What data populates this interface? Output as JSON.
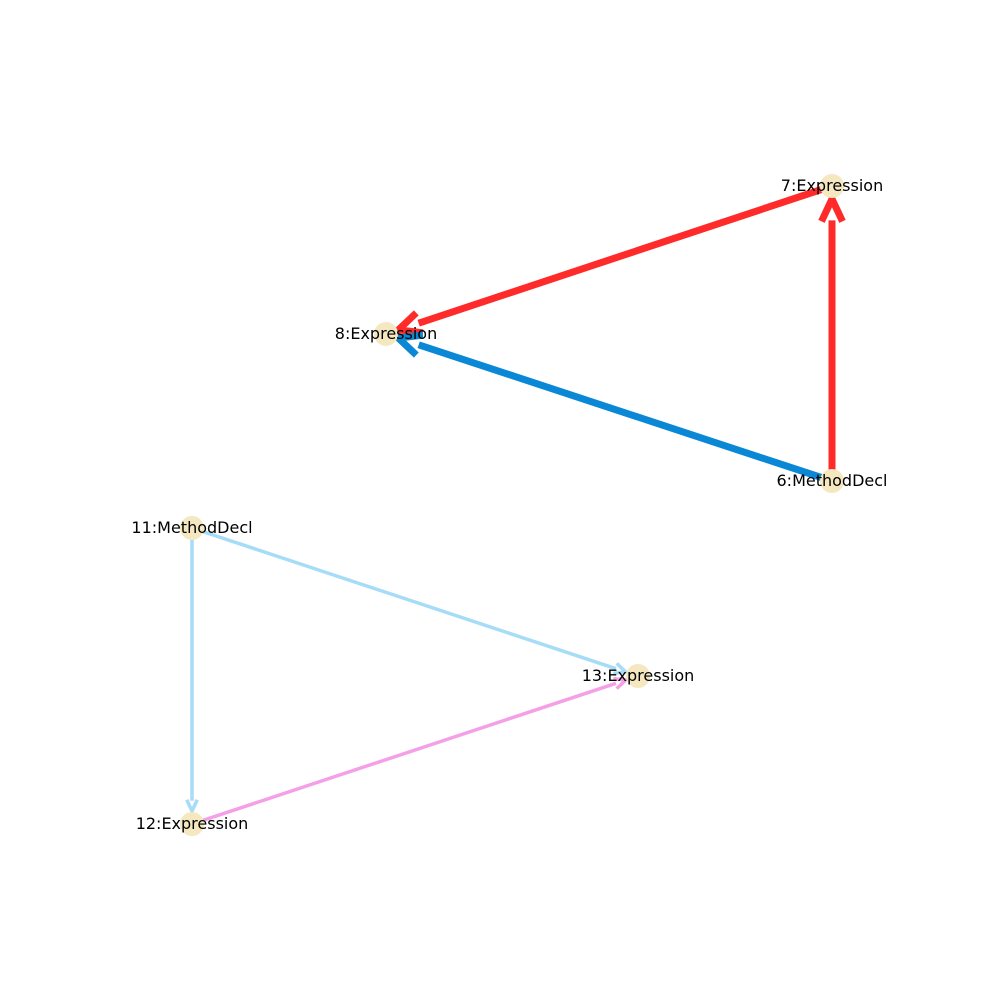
{
  "graph": {
    "nodes": [
      {
        "id": "n6",
        "label": "6:MethodDecl"
      },
      {
        "id": "n7",
        "label": "7:Expression"
      },
      {
        "id": "n8",
        "label": "8:Expression"
      },
      {
        "id": "n11",
        "label": "11:MethodDecl"
      },
      {
        "id": "n12",
        "label": "12:Expression"
      },
      {
        "id": "n13",
        "label": "13:Expression"
      }
    ],
    "edges": [
      {
        "id": "e7-8",
        "from": "n7",
        "to": "n8",
        "color": "#ff2a2a"
      },
      {
        "id": "e6-8",
        "from": "n6",
        "to": "n8",
        "color": "#0a88d6"
      },
      {
        "id": "e6-7",
        "from": "n6",
        "to": "n7",
        "color": "#ff2a2a"
      },
      {
        "id": "e11-13",
        "from": "n11",
        "to": "n13",
        "color": "#a6dcf7"
      },
      {
        "id": "e11-12",
        "from": "n11",
        "to": "n12",
        "color": "#a6dcf7"
      },
      {
        "id": "e12-13",
        "from": "n12",
        "to": "n13",
        "color": "#f5a0e6"
      }
    ],
    "node_color": "#f5e8c0"
  }
}
